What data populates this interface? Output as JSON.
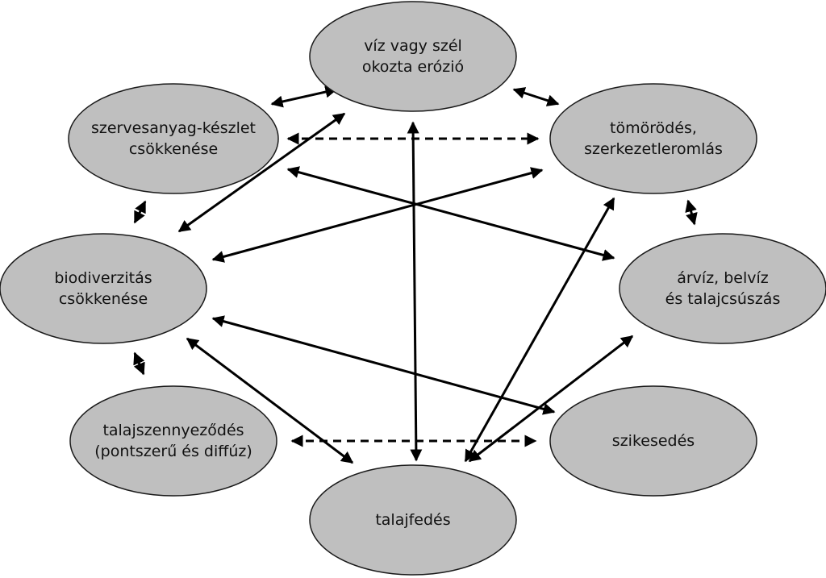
{
  "nodes": [
    {
      "id": "erosion",
      "lines": [
        "víz vagy szél",
        "okozta erózió"
      ]
    },
    {
      "id": "organic",
      "lines": [
        "szervesanyag-készlet",
        "csökkenése"
      ]
    },
    {
      "id": "compaction",
      "lines": [
        "tömörödés,",
        "szerkezetleromlás"
      ]
    },
    {
      "id": "biodiversity",
      "lines": [
        "biodiverzitás",
        "csökkenése"
      ]
    },
    {
      "id": "flood",
      "lines": [
        "árvíz, belvíz",
        "és talajcsúszás"
      ]
    },
    {
      "id": "pollution",
      "lines": [
        "talajszennyeződés",
        "(pontszerű és diffúz)"
      ]
    },
    {
      "id": "salinization",
      "lines": [
        "szikesedés"
      ]
    },
    {
      "id": "sealing",
      "lines": [
        "talajfedés"
      ]
    }
  ],
  "edges": [
    {
      "from": "erosion",
      "to": "organic",
      "style": "solid"
    },
    {
      "from": "erosion",
      "to": "compaction",
      "style": "solid"
    },
    {
      "from": "erosion",
      "to": "biodiversity",
      "style": "solid"
    },
    {
      "from": "erosion",
      "to": "sealing",
      "style": "solid"
    },
    {
      "from": "organic",
      "to": "compaction",
      "style": "dashed"
    },
    {
      "from": "organic",
      "to": "biodiversity",
      "style": "solid"
    },
    {
      "from": "organic",
      "to": "flood",
      "style": "solid"
    },
    {
      "from": "compaction",
      "to": "flood",
      "style": "solid"
    },
    {
      "from": "compaction",
      "to": "biodiversity",
      "style": "solid"
    },
    {
      "from": "compaction",
      "to": "sealing",
      "style": "solid"
    },
    {
      "from": "biodiversity",
      "to": "pollution",
      "style": "solid"
    },
    {
      "from": "biodiversity",
      "to": "salinization",
      "style": "solid"
    },
    {
      "from": "biodiversity",
      "to": "sealing",
      "style": "solid"
    },
    {
      "from": "flood",
      "to": "sealing",
      "style": "solid"
    },
    {
      "from": "pollution",
      "to": "salinization",
      "style": "dashed"
    }
  ],
  "colors": {
    "node_fill": "#bfbfbf",
    "stroke": "#000000"
  }
}
